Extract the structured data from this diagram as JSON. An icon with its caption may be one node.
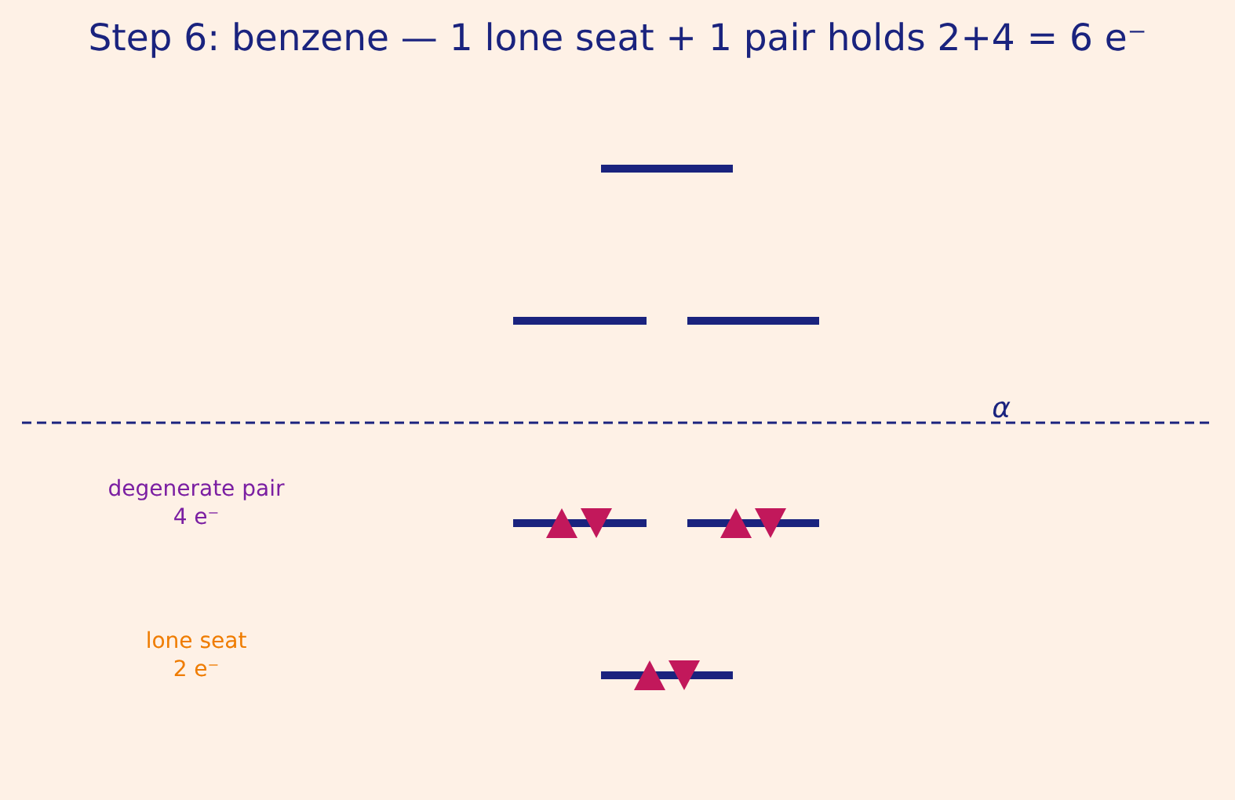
{
  "diagram": {
    "title": "Step 6: benzene — 1 lone seat + 1 pair holds 2+4 = 6 e⁻",
    "nodes": [
      {
        "text": [],
        "shape": "bar"
      },
      {
        "text": [],
        "shape": "bar"
      },
      {
        "text": [],
        "shape": "bar"
      },
      {
        "text": [],
        "shape": "bar"
      },
      {
        "text": [],
        "shape": "bar"
      },
      {
        "text": [],
        "shape": "bar"
      }
    ],
    "labels": [
      "α",
      "degenerate pair 4 e⁻",
      "lone seat 2 e⁻"
    ]
  }
}
